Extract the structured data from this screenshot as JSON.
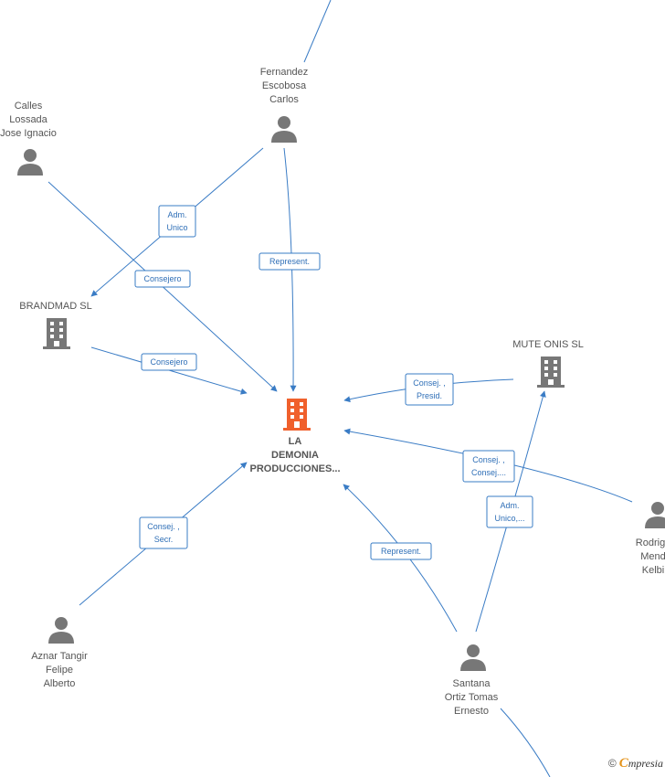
{
  "nodes": {
    "center": {
      "lines": [
        "LA",
        "DEMONIA",
        "PRODUCCIONES..."
      ],
      "color": "#f0602c"
    },
    "fernandez": {
      "lines": [
        "Fernandez",
        "Escobosa",
        "Carlos"
      ]
    },
    "calles": {
      "lines": [
        "Calles",
        "Lossada",
        "Jose Ignacio"
      ]
    },
    "brandmad": {
      "lines": [
        "BRANDMAD  SL"
      ]
    },
    "muteonis": {
      "lines": [
        "MUTE ONIS  SL"
      ]
    },
    "rodrig": {
      "lines": [
        "Rodrig",
        "Mend",
        "Kelbi"
      ]
    },
    "aznar": {
      "lines": [
        "Aznar Tangir",
        "Felipe",
        "Alberto"
      ]
    },
    "santana": {
      "lines": [
        "Santana",
        "Ortiz Tomas",
        "Ernesto"
      ]
    }
  },
  "edge_labels": {
    "adm_unico_1": [
      "Adm.",
      "Unico"
    ],
    "consejero_1": [
      "Consejero"
    ],
    "represent_1": [
      "Represent."
    ],
    "consejero_2": [
      "Consejero"
    ],
    "consej_presid": [
      "Consej. ,",
      "Presid."
    ],
    "consej_consej": [
      "Consej. ,",
      "Consej...."
    ],
    "adm_unico_2": [
      "Adm.",
      "Unico,..."
    ],
    "consej_secr": [
      "Consej. ,",
      "Secr."
    ],
    "represent_2": [
      "Represent."
    ]
  },
  "colors": {
    "edge": "#3a7cc5",
    "person_icon": "#777777",
    "building_icon": "#777777",
    "center_icon": "#f0602c"
  },
  "icons": {
    "person": "person-icon",
    "building": "building-icon"
  },
  "brand": {
    "copyright": "©",
    "initial": "C",
    "name": "mpresia"
  }
}
